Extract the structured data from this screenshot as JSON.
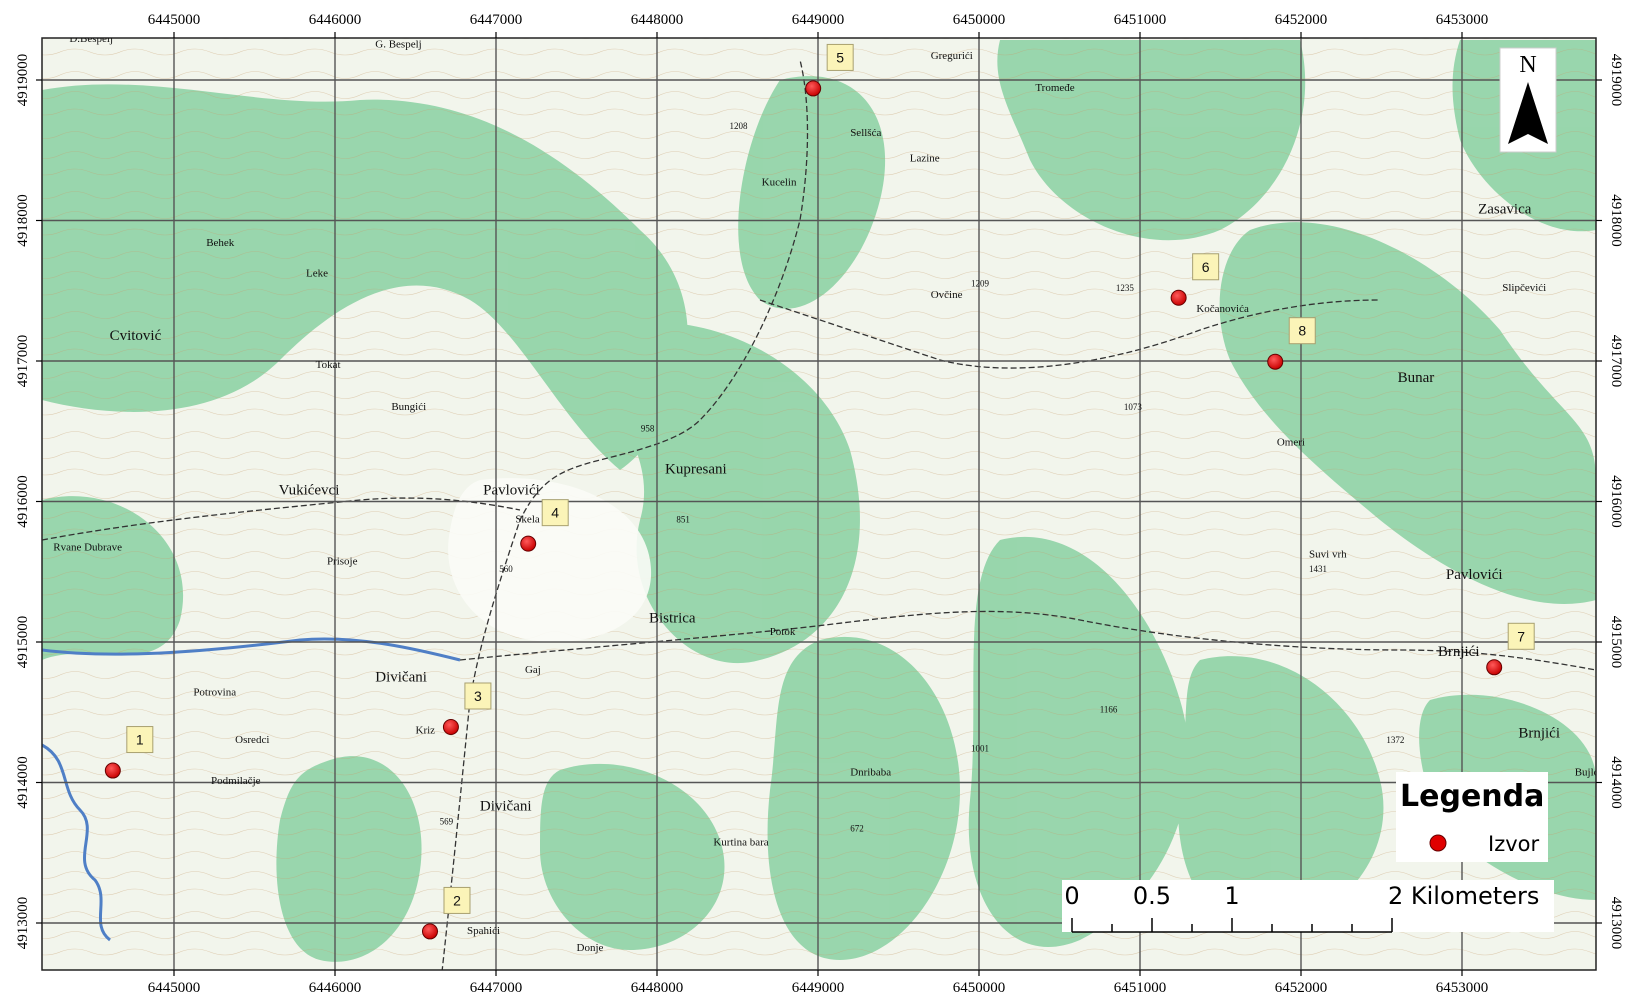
{
  "map": {
    "x_ticks": [
      "6445000",
      "6446000",
      "6447000",
      "6448000",
      "6449000",
      "6450000",
      "6451000",
      "6452000",
      "6453000"
    ],
    "y_ticks": [
      "4919000",
      "4918000",
      "4917000",
      "4916000",
      "4915000",
      "4914000",
      "4913000"
    ],
    "north_label": "N",
    "legend": {
      "title": "Legenda",
      "item_label": "Izvor",
      "marker_color": "#e00000"
    },
    "scale_bar": {
      "labels": [
        "0",
        "0.5",
        "1",
        "2 Kilometers"
      ]
    },
    "springs": [
      {
        "id": "1",
        "easting": 6444620,
        "northing": 4914085
      },
      {
        "id": "2",
        "easting": 6446590,
        "northing": 4912940
      },
      {
        "id": "3",
        "easting": 6446720,
        "northing": 4914395
      },
      {
        "id": "4",
        "easting": 6447200,
        "northing": 4915700
      },
      {
        "id": "5",
        "easting": 6448970,
        "northing": 4918940
      },
      {
        "id": "6",
        "easting": 6451240,
        "northing": 4917450
      },
      {
        "id": "8",
        "easting": 6451840,
        "northing": 4916995
      },
      {
        "id": "7",
        "easting": 6453200,
        "northing": 4914820
      }
    ],
    "place_names": [
      {
        "name": "D.Bespelj",
        "easting": 6444350,
        "northing": 4919270
      },
      {
        "name": "G. Bespelj",
        "easting": 6446250,
        "northing": 4919230
      },
      {
        "name": "Cvitović",
        "easting": 6444600,
        "northing": 4917150
      },
      {
        "name": "Behek",
        "easting": 6445200,
        "northing": 4917820
      },
      {
        "name": "Leke",
        "easting": 6445820,
        "northing": 4917600
      },
      {
        "name": "Tokat",
        "easting": 6445880,
        "northing": 4916950
      },
      {
        "name": "Bungići",
        "easting": 6446350,
        "northing": 4916650
      },
      {
        "name": "Vukićevci",
        "easting": 6445650,
        "northing": 4916050
      },
      {
        "name": "Pavlovići",
        "easting": 6446920,
        "northing": 4916050
      },
      {
        "name": "Skela",
        "easting": 6447120,
        "northing": 4915850
      },
      {
        "name": "Kupresani",
        "easting": 6448050,
        "northing": 4916200
      },
      {
        "name": "Bistrica",
        "easting": 6447950,
        "northing": 4915140
      },
      {
        "name": "Potok",
        "easting": 6448700,
        "northing": 4915050
      },
      {
        "name": "Gaj",
        "easting": 6447180,
        "northing": 4914780
      },
      {
        "name": "Divičani",
        "easting": 6446250,
        "northing": 4914720
      },
      {
        "name": "Divičani",
        "easting": 6446900,
        "northing": 4913800
      },
      {
        "name": "Podmilačje",
        "easting": 6445230,
        "northing": 4913990
      },
      {
        "name": "Potrovina",
        "easting": 6445120,
        "northing": 4914620
      },
      {
        "name": "Osredci",
        "easting": 6445380,
        "northing": 4914280
      },
      {
        "name": "Dnribaba",
        "easting": 6449200,
        "northing": 4914050
      },
      {
        "name": "Kurtina bara",
        "easting": 6448350,
        "northing": 4913550
      },
      {
        "name": "Donje",
        "easting": 6447500,
        "northing": 4912800
      },
      {
        "name": "Sellšća",
        "easting": 6449200,
        "northing": 4918600
      },
      {
        "name": "Lazine",
        "easting": 6449570,
        "northing": 4918420
      },
      {
        "name": "Gregurići",
        "easting": 6449700,
        "northing": 4919150
      },
      {
        "name": "Kucelin",
        "easting": 6448650,
        "northing": 4918250
      },
      {
        "name": "Ovčine",
        "easting": 6449700,
        "northing": 4917450
      },
      {
        "name": "Kočanovića",
        "easting": 6451350,
        "northing": 4917350
      },
      {
        "name": "Bunar",
        "easting": 6452600,
        "northing": 4916850
      },
      {
        "name": "Zasavica",
        "easting": 6453100,
        "northing": 4918050
      },
      {
        "name": "Slipčevići",
        "easting": 6453250,
        "northing": 4917500
      },
      {
        "name": "Pavlovići",
        "easting": 6452900,
        "northing": 4915450
      },
      {
        "name": "Brnjići",
        "easting": 6452850,
        "northing": 4914900
      },
      {
        "name": "Brnjići",
        "easting": 6453350,
        "northing": 4914320
      },
      {
        "name": "Omeri",
        "easting": 6451850,
        "northing": 4916400
      },
      {
        "name": "Suvi vrh",
        "easting": 6452050,
        "northing": 4915600
      },
      {
        "name": "Rvane Dubrave",
        "easting": 6444250,
        "northing": 4915650
      },
      {
        "name": "Prisoje",
        "easting": 6445950,
        "northing": 4915550
      },
      {
        "name": "Kriz",
        "easting": 6446500,
        "northing": 4914350
      },
      {
        "name": "Spahići",
        "easting": 6446820,
        "northing": 4912920
      },
      {
        "name": "Tromeđe",
        "easting": 6450350,
        "northing": 4918920
      },
      {
        "name": "Bujlodić",
        "easting": 6453700,
        "northing": 4914050
      }
    ],
    "elevations": [
      {
        "value": "1208",
        "easting": 6448450,
        "northing": 4918650
      },
      {
        "value": "958",
        "easting": 6447900,
        "northing": 4916500
      },
      {
        "value": "1073",
        "easting": 6450900,
        "northing": 4916650
      },
      {
        "value": "1235",
        "easting": 6450850,
        "northing": 4917500
      },
      {
        "value": "1209",
        "easting": 6449950,
        "northing": 4917530
      },
      {
        "value": "1431",
        "easting": 6452050,
        "northing": 4915500
      },
      {
        "value": "1372",
        "easting": 6452530,
        "northing": 4914280
      },
      {
        "value": "1001",
        "easting": 6449950,
        "northing": 4914220
      },
      {
        "value": "1166",
        "easting": 6450750,
        "northing": 4914500
      },
      {
        "value": "851",
        "easting": 6448120,
        "northing": 4915850
      },
      {
        "value": "560",
        "easting": 6447020,
        "northing": 4915500
      },
      {
        "value": "569",
        "easting": 6446650,
        "northing": 4913700
      },
      {
        "value": "672",
        "easting": 6449200,
        "northing": 4913650
      }
    ]
  }
}
